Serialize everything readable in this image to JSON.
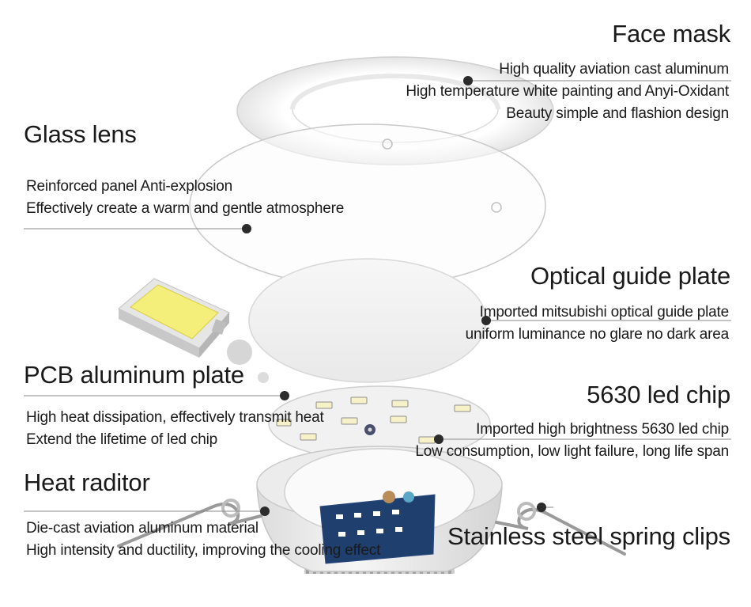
{
  "callouts": {
    "face_mask": {
      "title": "Face mask",
      "lines": [
        "High quality aviation cast aluminum",
        "High temperature white painting and Anyi-Oxidant",
        "Beauty simple and flashion design"
      ]
    },
    "glass_lens": {
      "title": "Glass lens",
      "lines": [
        "Reinforced panel Anti-explosion",
        "Effectively create a warm and gentle atmosphere"
      ]
    },
    "optical_guide_plate": {
      "title": "Optical guide plate",
      "lines": [
        "Imported mitsubishi optical guide plate",
        "uniform luminance no glare no dark area"
      ]
    },
    "pcb_aluminum_plate": {
      "title": "PCB aluminum plate",
      "lines": [
        "High heat dissipation, effectively transmit heat",
        "Extend the lifetime of led chip"
      ]
    },
    "led_chip": {
      "title": "5630 led chip",
      "lines": [
        "Imported high brightness 5630 led chip",
        "Low consumption, low light failure, long life span"
      ]
    },
    "heat_radiator": {
      "title": "Heat raditor",
      "lines": [
        "Die-cast aviation aluminum material",
        "High intensity and ductility, improving the cooling effect"
      ]
    },
    "spring_clips": {
      "title": "Stainless steel spring clips"
    }
  },
  "colors": {
    "text": "#1a1a1a",
    "leader_line": "#8a8a8a",
    "dot": "#2b2b2b",
    "panel_white": "#f3f3f3",
    "panel_edge": "#d2d2d2",
    "led_yellow": "#f4ee7a"
  }
}
